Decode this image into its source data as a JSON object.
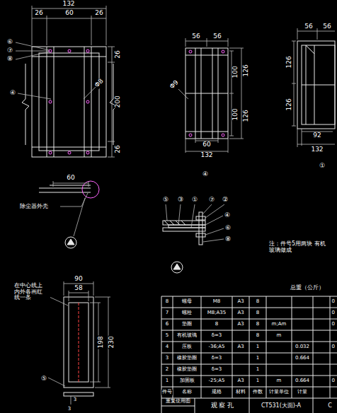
{
  "diagram": {
    "labels": [
      "132",
      "26",
      "60",
      "26",
      "⑥",
      "⑦",
      "⑧",
      "④",
      "Φ8",
      "26",
      "200",
      "26",
      "56",
      "56",
      "Φ9",
      "100",
      "100",
      "126",
      "126",
      "60",
      "132",
      "④",
      "56",
      "56",
      "126",
      "126",
      "92",
      "132",
      "①",
      "60",
      "除尘器外壳",
      "⑤",
      "③",
      "①",
      "⑦",
      "②",
      "④",
      "⑥",
      "⑧",
      "注：件号5用两块 有机玻璃做成",
      "在中心线上 内外各画红 线一条",
      "90",
      "58",
      "198",
      "230",
      "⑤",
      "3",
      "3",
      "总重（公斤）",
      "8",
      "螺母",
      "M8",
      "A3",
      "8",
      "0",
      "7",
      "螺栓",
      "M8;A35",
      "A3",
      "8",
      "0",
      "6",
      "垫圈",
      "8",
      "A3",
      "8",
      "m;Am",
      "0",
      "5",
      "有机玻璃",
      "δ=3",
      "8",
      "m",
      "4",
      "压板",
      "-36;A5",
      "A3",
      "1",
      "0.032",
      "0",
      "3",
      "橡胶垫圈",
      "δ=3",
      "1",
      "0.664",
      "2",
      "橡胶垫圈",
      "δ=3",
      "1",
      "1",
      "加固板",
      "-25;A5",
      "A3",
      "1",
      "m",
      "0.664",
      "0",
      "件号",
      "名称",
      "规格",
      "材料",
      "件数",
      "计量单位",
      "计量",
      "重复使用图",
      "观 察 孔",
      "CT531(大面)-A",
      "C"
    ]
  }
}
